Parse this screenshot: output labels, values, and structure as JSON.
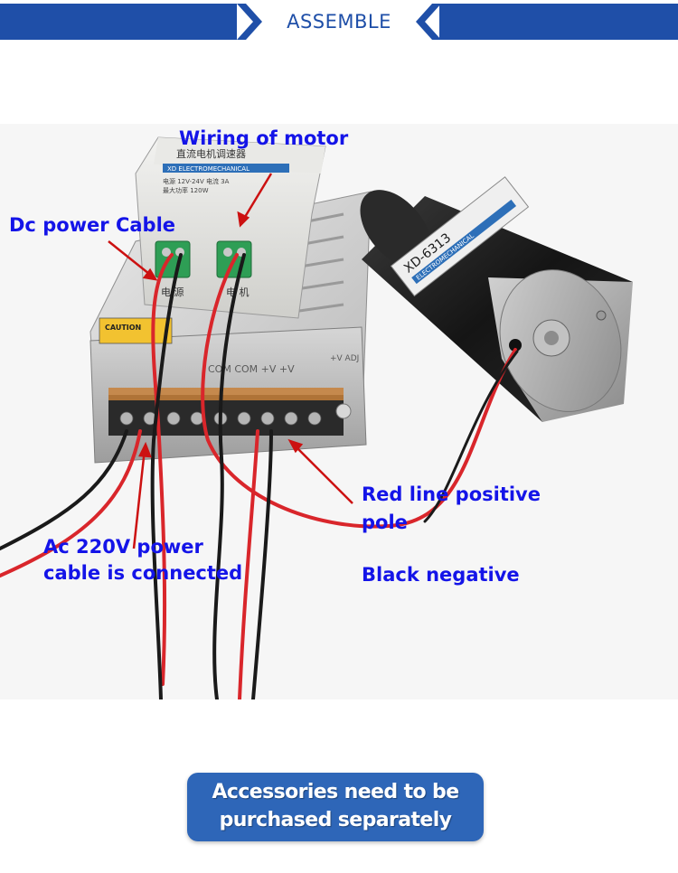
{
  "header": {
    "title": "ASSEMBLE"
  },
  "labels": {
    "wiring_motor": "Wiring of motor",
    "dc_power": "Dc power Cable",
    "red_line_1": "Red line positive",
    "red_line_2": "pole",
    "ac_power_1": "Ac 220V power",
    "ac_power_2": "cable is connected",
    "black_negative": "Black negative"
  },
  "photo": {
    "controller_title": "直流电机调速器",
    "controller_brand": "XD ELECTROMECHANICAL",
    "controller_spec_1": "电源 12V-24V  电流 3A",
    "controller_spec_2": "最大功率 120W",
    "terminal_left": "电 源",
    "terminal_right": "电 机",
    "caution": "CAUTION",
    "psu_label_com": "COM COM +V +V",
    "psu_label_adj": "+V ADJ",
    "motor_model": "XD-6313",
    "motor_brand": "ELECTROMECHANICAL"
  },
  "footer": {
    "line1": "Accessories need to be",
    "line2": "purchased separately"
  },
  "colors": {
    "accent_blue": "#1f4fa8",
    "label_blue": "#1414e8",
    "button_blue": "#2e66b8",
    "arrow_red": "#cc1111",
    "wire_red": "#d9262b",
    "wire_black": "#1a1a1a"
  }
}
